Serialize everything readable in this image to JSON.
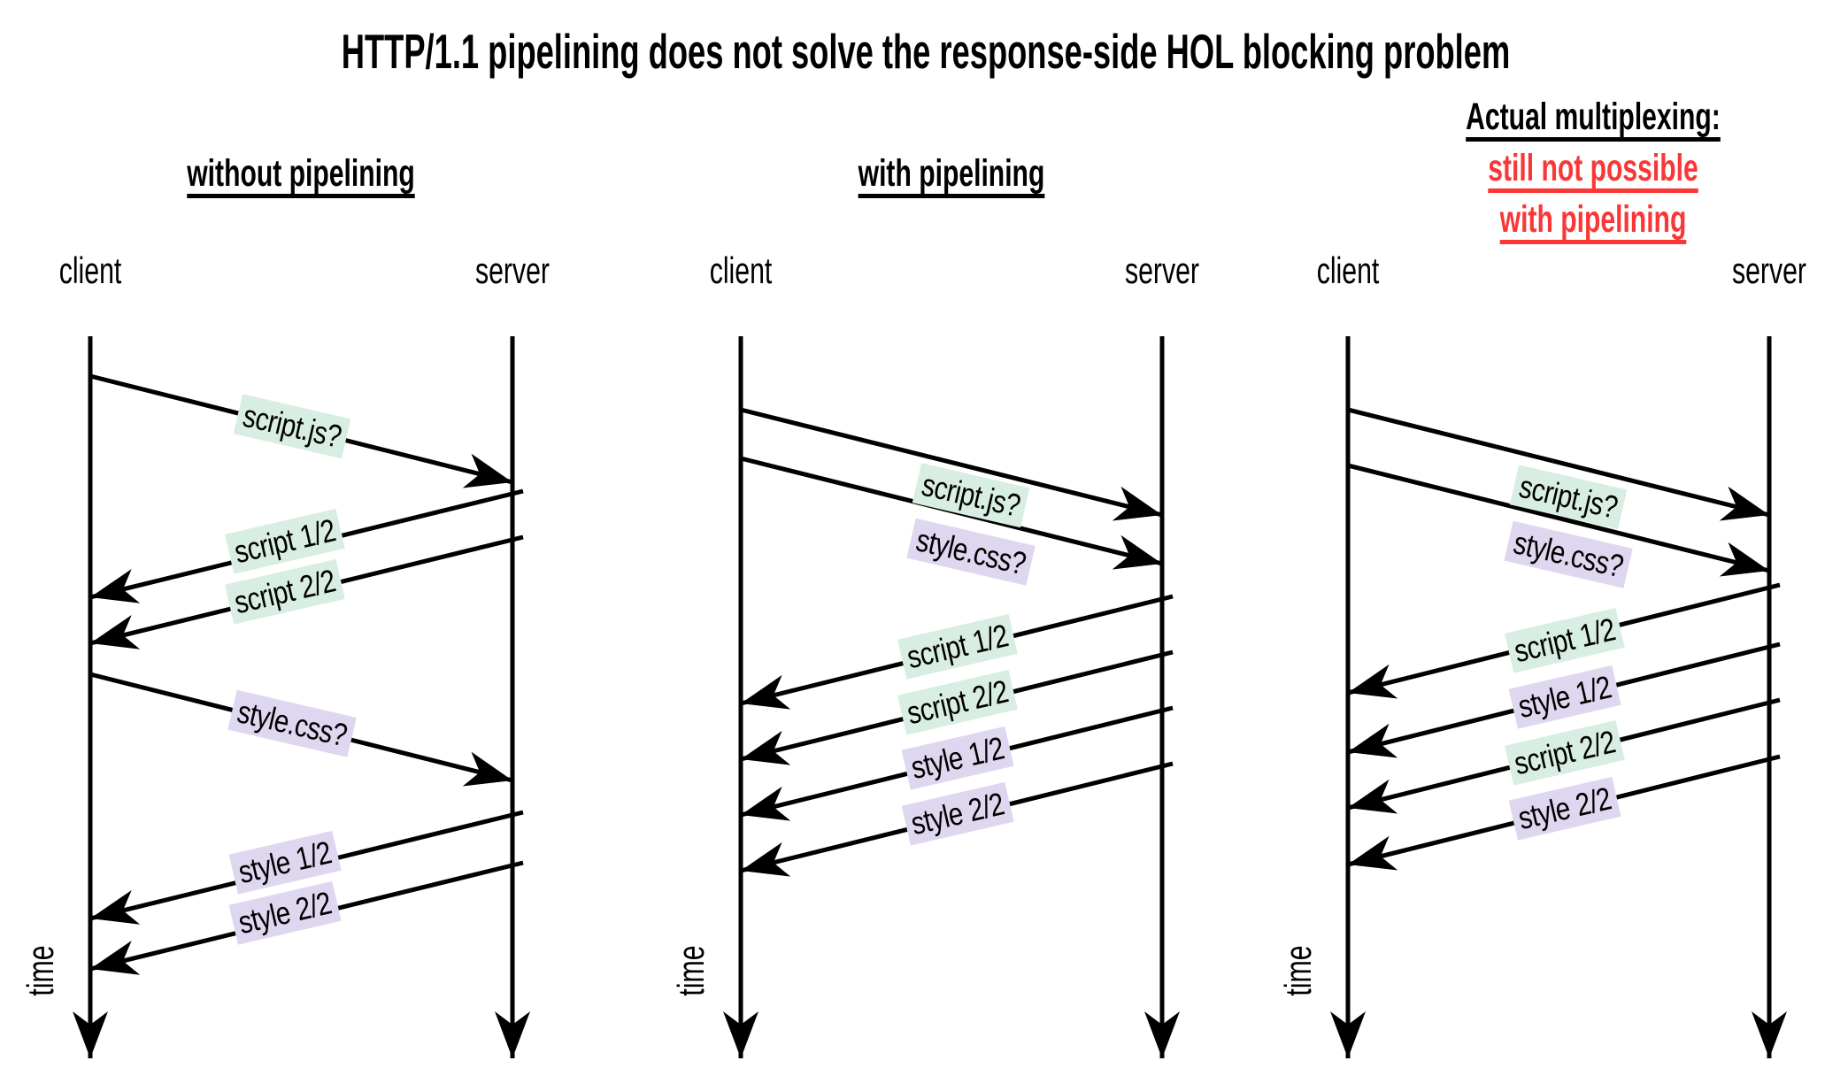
{
  "title": "HTTP/1.1 pipelining does not solve the response-side HOL blocking problem",
  "colors": {
    "ink": "#000000",
    "script_green": "#d9eee2",
    "style_purple": "#ded7ef",
    "warning_red": "#fa3737"
  },
  "panels": [
    {
      "header_lines": [
        {
          "text": "without pipelining",
          "emphasis": "normal"
        }
      ],
      "client_label": "client",
      "server_label": "server",
      "time_label": "time",
      "messages": [
        {
          "label": "script.js?",
          "kind": "request",
          "resource": "script"
        },
        {
          "label": "script 1/2",
          "kind": "response",
          "resource": "script"
        },
        {
          "label": "script 2/2",
          "kind": "response",
          "resource": "script"
        },
        {
          "label": "style.css?",
          "kind": "request",
          "resource": "style"
        },
        {
          "label": "style 1/2",
          "kind": "response",
          "resource": "style"
        },
        {
          "label": "style 2/2",
          "kind": "response",
          "resource": "style"
        }
      ]
    },
    {
      "header_lines": [
        {
          "text": "with pipelining",
          "emphasis": "normal"
        }
      ],
      "client_label": "client",
      "server_label": "server",
      "time_label": "time",
      "messages": [
        {
          "label": "script.js?",
          "kind": "request",
          "resource": "script"
        },
        {
          "label": "style.css?",
          "kind": "request",
          "resource": "style"
        },
        {
          "label": "script 1/2",
          "kind": "response",
          "resource": "script"
        },
        {
          "label": "script 2/2",
          "kind": "response",
          "resource": "script"
        },
        {
          "label": "style 1/2",
          "kind": "response",
          "resource": "style"
        },
        {
          "label": "style 2/2",
          "kind": "response",
          "resource": "style"
        }
      ]
    },
    {
      "header_lines": [
        {
          "text": "Actual multiplexing:",
          "emphasis": "normal"
        },
        {
          "text": "still not possible",
          "emphasis": "red"
        },
        {
          "text": "with pipelining",
          "emphasis": "red"
        }
      ],
      "client_label": "client",
      "server_label": "server",
      "time_label": "time",
      "messages": [
        {
          "label": "script.js?",
          "kind": "request",
          "resource": "script"
        },
        {
          "label": "style.css?",
          "kind": "request",
          "resource": "style"
        },
        {
          "label": "script 1/2",
          "kind": "response",
          "resource": "script"
        },
        {
          "label": "style 1/2",
          "kind": "response",
          "resource": "style"
        },
        {
          "label": "script 2/2",
          "kind": "response",
          "resource": "script"
        },
        {
          "label": "style 2/2",
          "kind": "response",
          "resource": "style"
        }
      ]
    }
  ]
}
